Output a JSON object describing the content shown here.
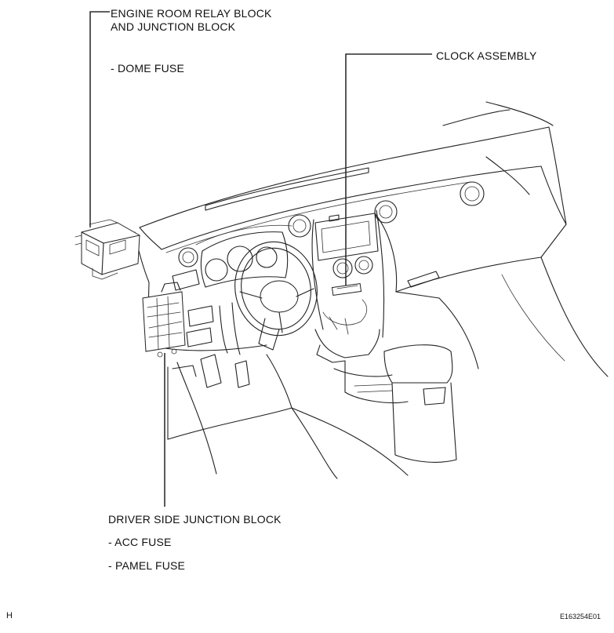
{
  "callouts": {
    "engine_room": {
      "line1": "ENGINE ROOM RELAY BLOCK",
      "line2": "AND JUNCTION BLOCK",
      "fuse": "- DOME FUSE"
    },
    "clock": {
      "label": "CLOCK ASSEMBLY"
    },
    "driver_side": {
      "label": "DRIVER SIDE JUNCTION BLOCK",
      "fuse1": "- ACC FUSE",
      "fuse2": "- PAMEL FUSE"
    }
  },
  "footer": {
    "left_mark": "H",
    "figure_code": "E163254E01"
  }
}
